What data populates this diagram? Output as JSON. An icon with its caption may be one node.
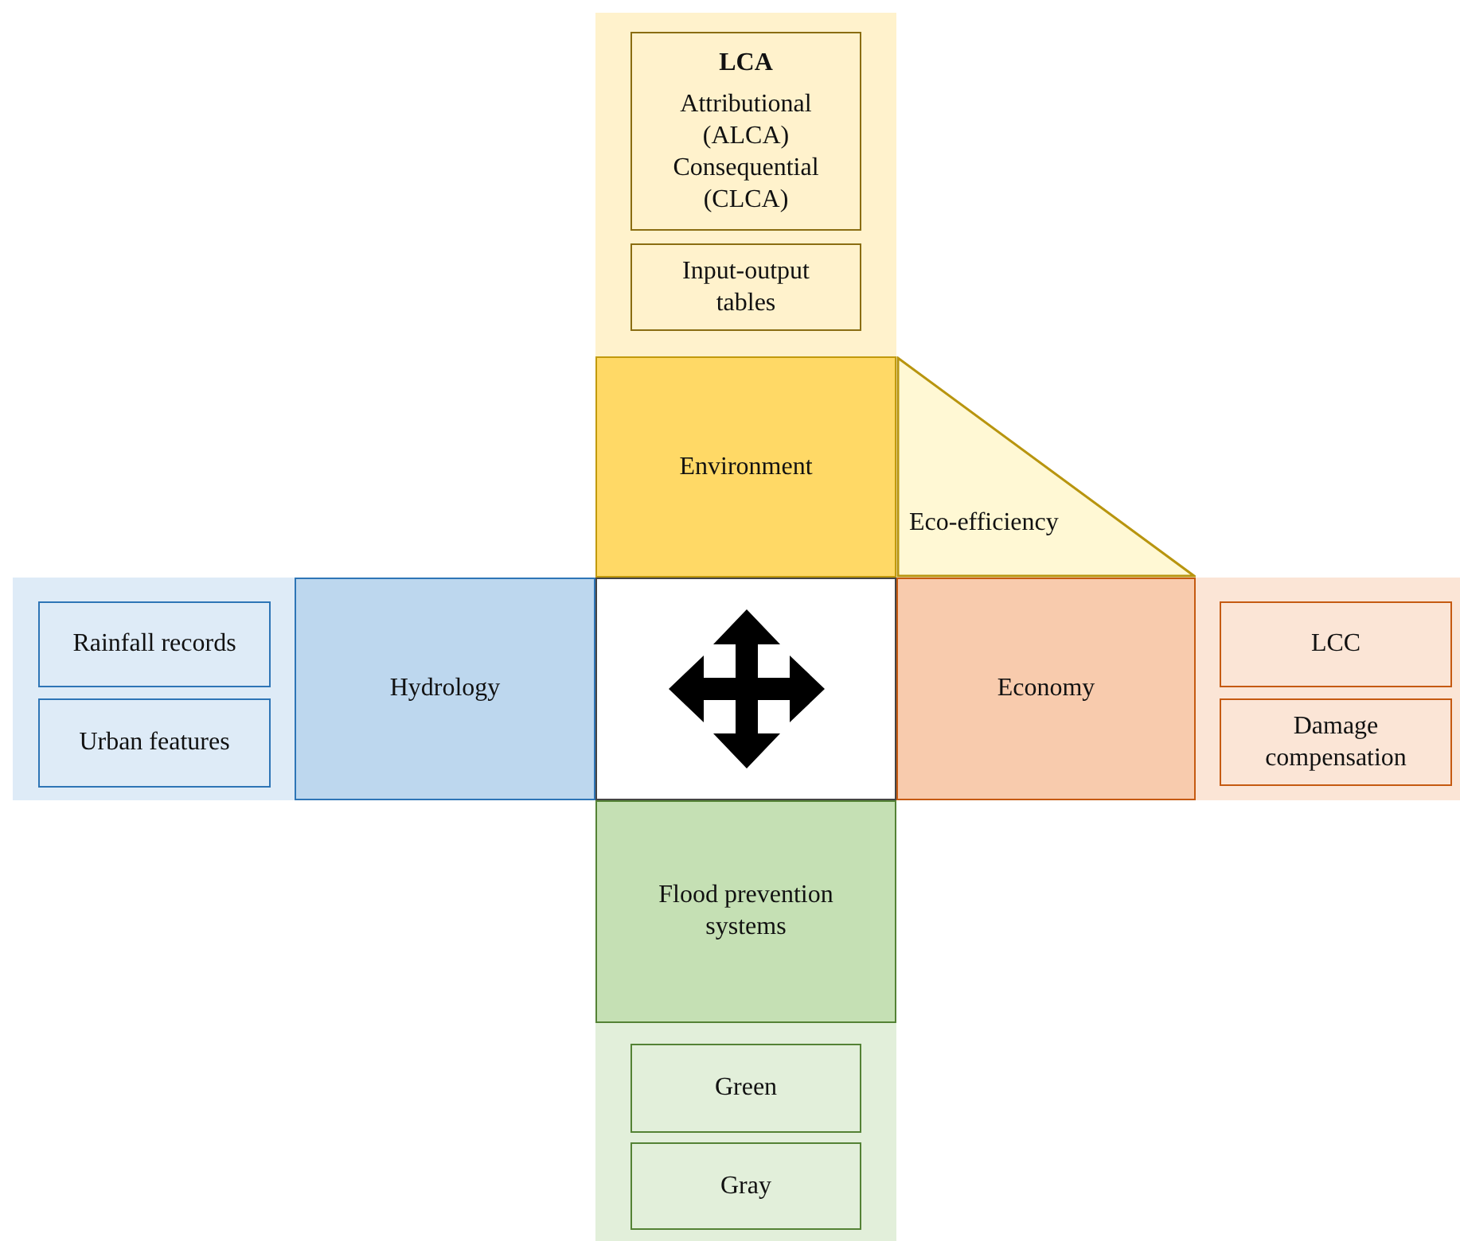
{
  "diagram": {
    "nodes": [
      {
        "text": [],
        "shape": "box"
      },
      {
        "text": [
          "LCA",
          "Attributional (ALCA) Consequential (CLCA)"
        ],
        "in": 0
      },
      {
        "text": [
          "Input-output tables"
        ],
        "in": 0
      },
      {
        "text": [
          "Environment"
        ]
      },
      {
        "text": [
          "Eco-efficiency"
        ]
      },
      {
        "text": [],
        "shape": "box"
      },
      {
        "text": [
          "Rainfall records"
        ],
        "in": 5
      },
      {
        "text": [
          "Urban features"
        ],
        "in": 5
      },
      {
        "text": [
          "Hydrology"
        ]
      },
      {
        "text": [],
        "shape": "box"
      },
      {
        "text": [
          "Economy"
        ]
      },
      {
        "text": [],
        "shape": "box"
      },
      {
        "text": [
          "LCC"
        ],
        "in": 11
      },
      {
        "text": [
          "Damage compensation"
        ],
        "in": 11
      },
      {
        "text": [
          "Flood prevention systems"
        ]
      },
      {
        "text": [],
        "shape": "box"
      },
      {
        "text": [
          "Green"
        ],
        "in": 15
      },
      {
        "text": [
          "Gray"
        ],
        "in": 15
      }
    ],
    "edges": []
  }
}
